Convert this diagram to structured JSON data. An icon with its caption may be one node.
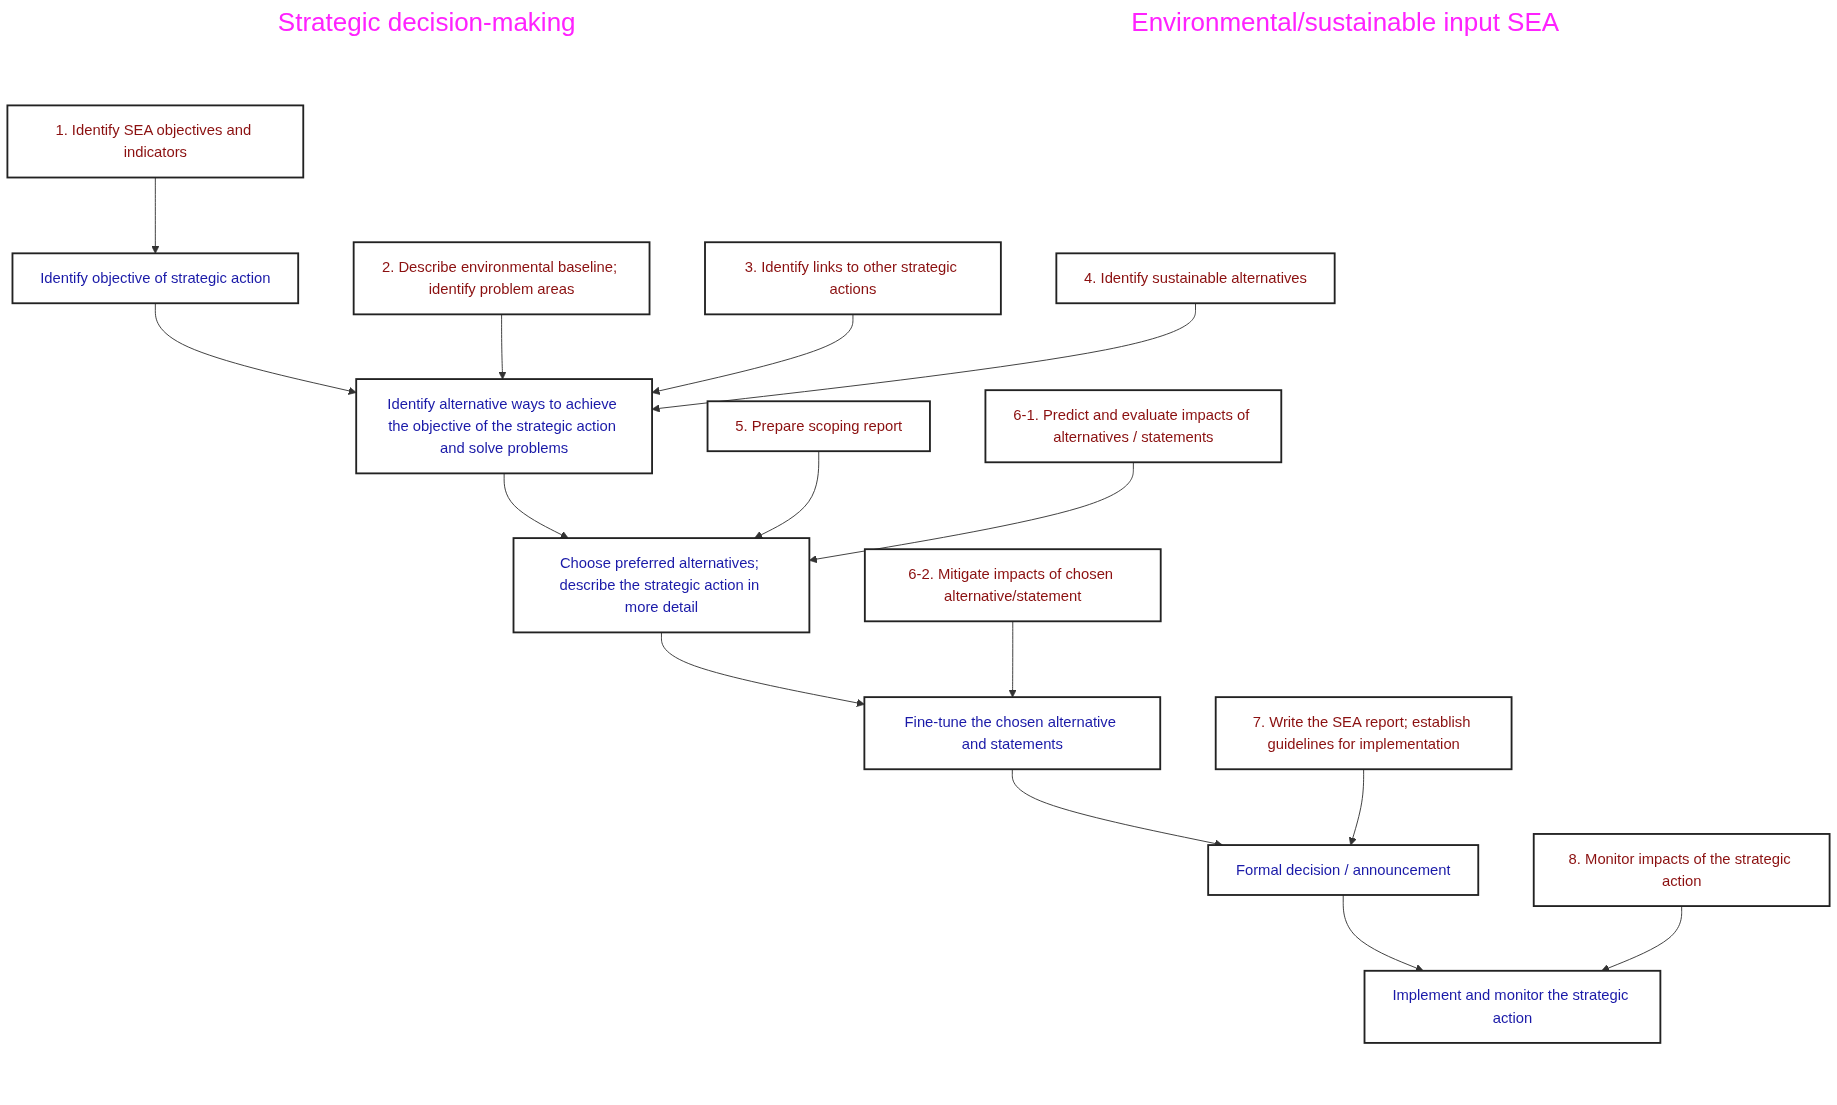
{
  "diagram": {
    "nodes": [
      {
        "text": [
          "Identify objective of strategic action"
        ]
      },
      {
        "text": [
          "Identify alternative ways to achieve the objective of the strategic action and solve problems"
        ]
      },
      {
        "text": [
          "Choose preferred alternatives; describe the strategic action in more detail"
        ]
      },
      {
        "text": [
          "Fine-tune the chosen alternative and statements"
        ]
      },
      {
        "text": [
          "Formal decision / announcement"
        ]
      },
      {
        "text": [
          "Implement and monitor the strategic action"
        ]
      },
      {
        "text": [
          "1. Identify SEA objectives and indicators"
        ]
      },
      {
        "text": [
          "2. Describe environmental baseline; identify problem areas"
        ]
      },
      {
        "text": [
          "3. Identify links to other strategic actions"
        ]
      },
      {
        "text": [
          "4. Identify sustainable alternatives"
        ]
      },
      {
        "text": [
          "5. Prepare scoping report"
        ]
      },
      {
        "text": [
          "6-1. Predict and evaluate impacts of alternatives / statements"
        ]
      },
      {
        "text": [
          "6-2. Mitigate impacts of chosen alternative/statement"
        ]
      },
      {
        "text": [
          "7. Write the SEA report; establish guidelines for implementation"
        ]
      },
      {
        "text": [
          "8. Monitor impacts of the strategic action"
        ]
      }
    ],
    "edges": [
      {
        "from": 0,
        "to": 1,
        "arrow": "to"
      },
      {
        "from": 1,
        "to": 2,
        "arrow": "to"
      },
      {
        "from": 2,
        "to": 3,
        "arrow": "to"
      },
      {
        "from": 3,
        "to": 4,
        "arrow": "to"
      },
      {
        "from": 4,
        "to": 5,
        "arrow": "to"
      },
      {
        "from": 6,
        "to": 0,
        "arrow": "to"
      },
      {
        "from": 7,
        "to": 1,
        "arrow": "to"
      },
      {
        "from": 8,
        "to": 1,
        "arrow": "to"
      },
      {
        "from": 9,
        "to": 1,
        "arrow": "to"
      },
      {
        "from": 10,
        "to": 2,
        "arrow": "to"
      },
      {
        "from": 11,
        "to": 2,
        "arrow": "to"
      },
      {
        "from": 12,
        "to": 3,
        "arrow": "to"
      },
      {
        "from": 13,
        "to": 4,
        "arrow": "to"
      },
      {
        "from": 14,
        "to": 5,
        "arrow": "to"
      }
    ],
    "labels": [
      "Strategic decision-making",
      "Environmental/sustainable input SEA"
    ]
  }
}
